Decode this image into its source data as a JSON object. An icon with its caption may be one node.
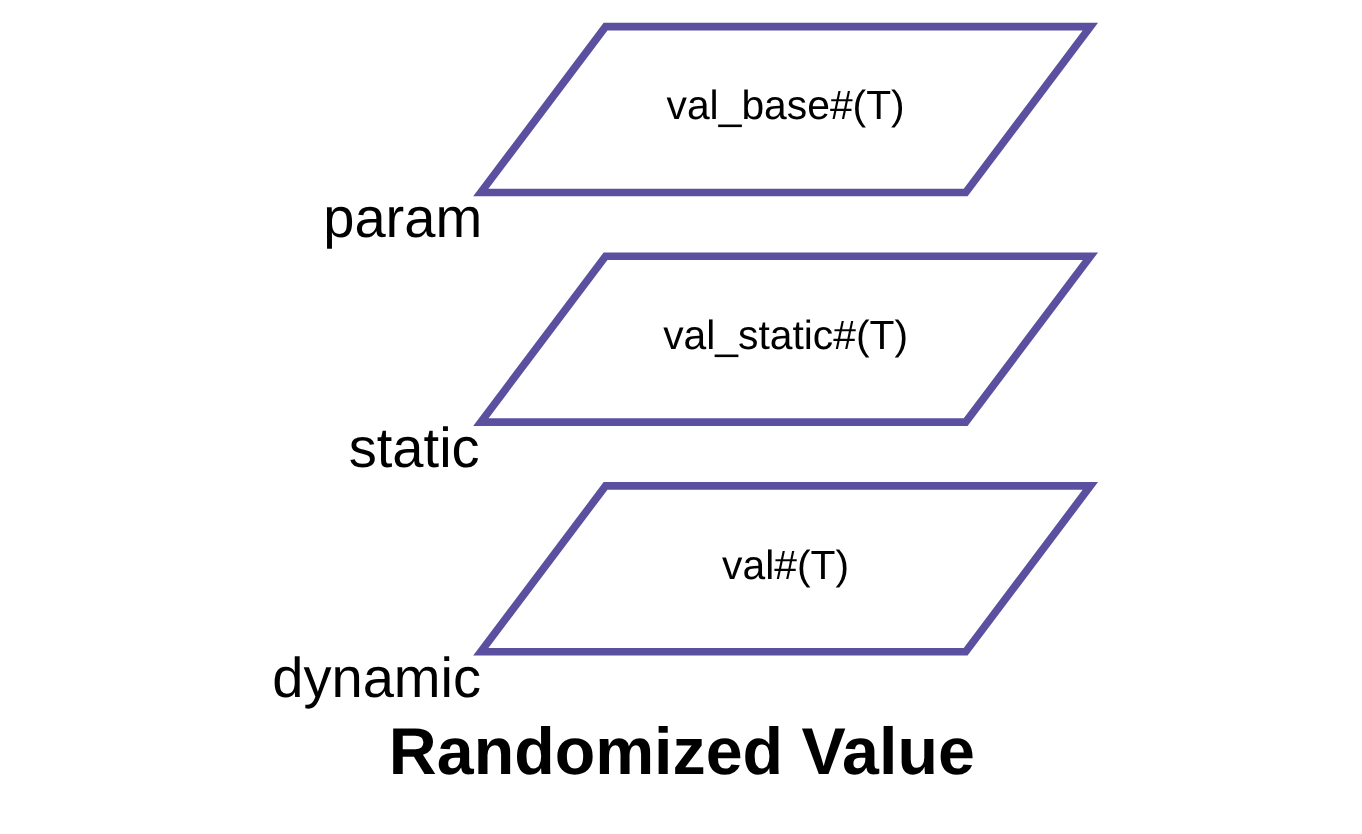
{
  "diagram": {
    "caption": "Randomized Value",
    "nodes": [
      {
        "text": [
          "val#(T)"
        ],
        "beside": [
          "dynamic"
        ]
      },
      {
        "text": [
          "val_static#(T)"
        ],
        "beside": [
          "static"
        ]
      },
      {
        "text": [
          "val_base#(T)"
        ],
        "beside": [
          "param"
        ]
      }
    ]
  }
}
